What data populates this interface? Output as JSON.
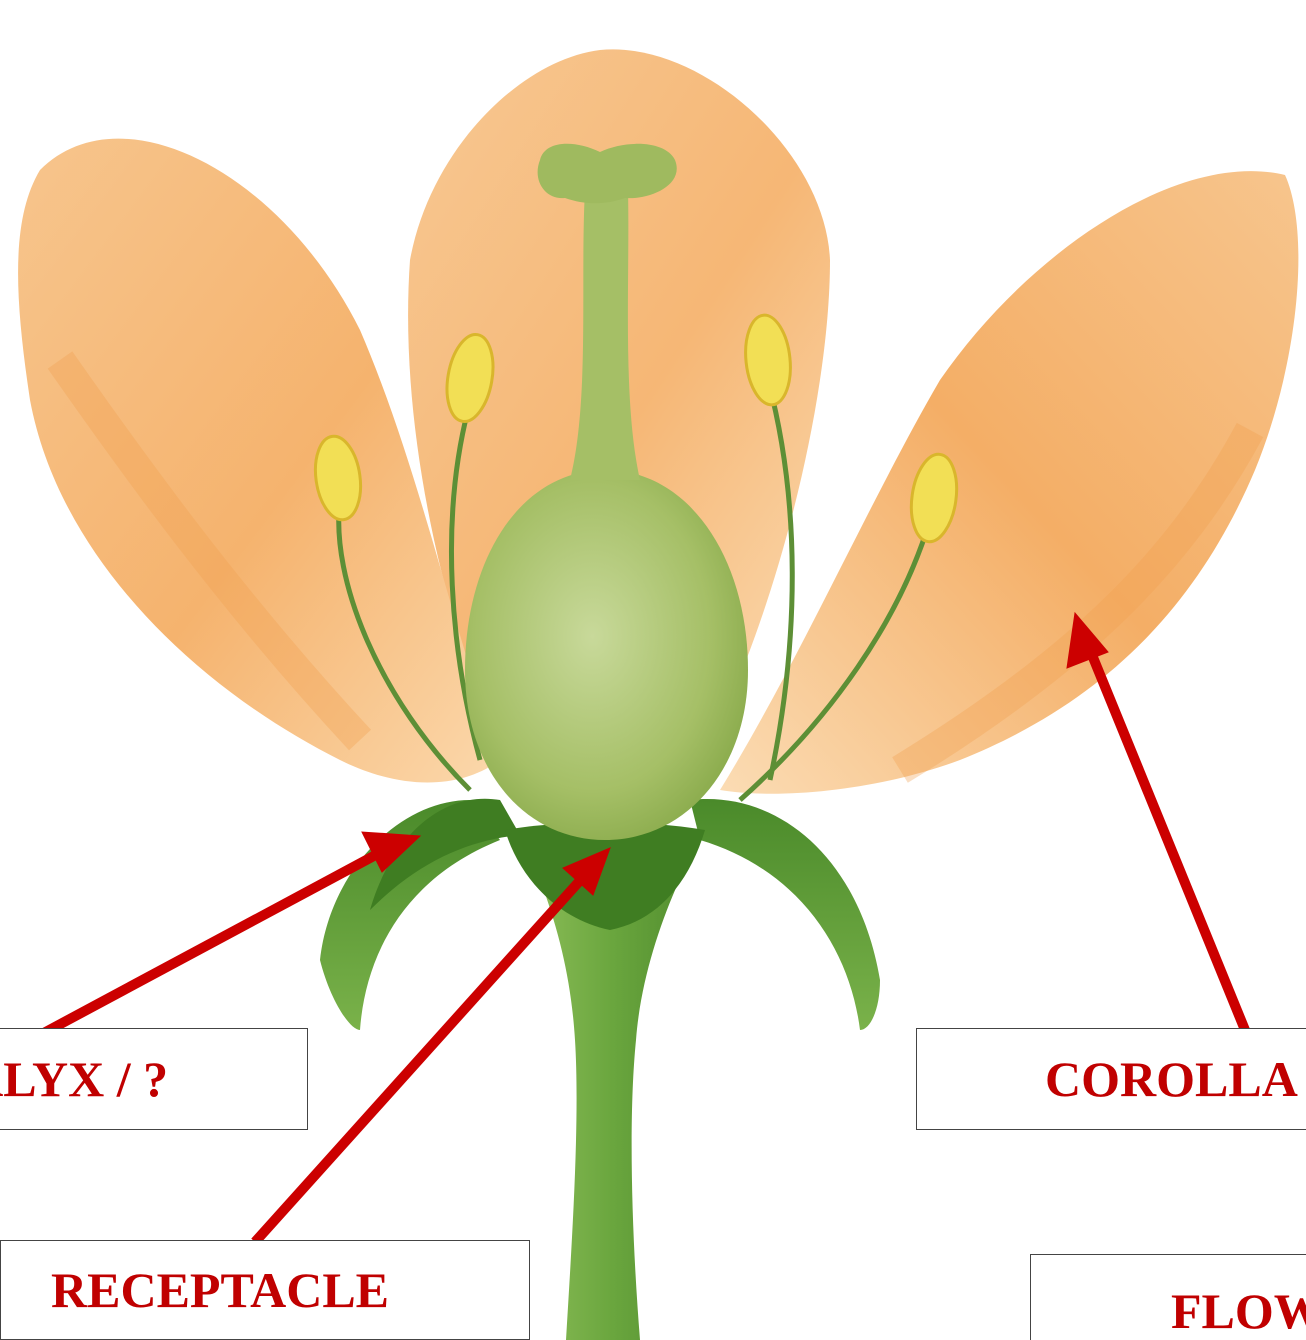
{
  "labels": {
    "calyx": "CALYX / ?",
    "corolla": "COROLLA",
    "receptacle": "RECEPTACLE",
    "flower": "FLOWER"
  },
  "colors": {
    "label_text": "#c00000",
    "arrow": "#cc0000",
    "petal": "#f6b978",
    "sepal": "#5f9a38",
    "pistil": "#a8c36b",
    "anther": "#f2df55"
  }
}
